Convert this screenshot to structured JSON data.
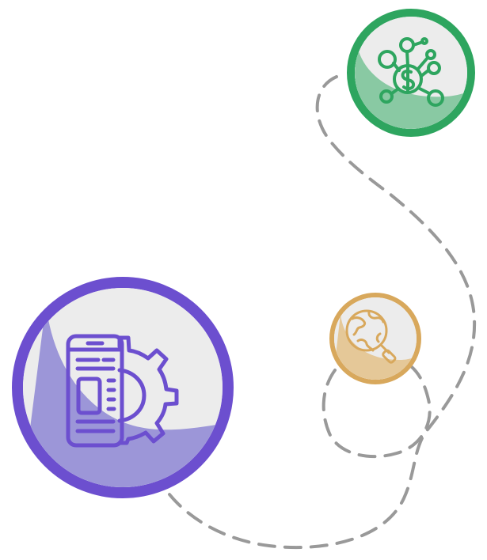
{
  "colors": {
    "background": "#ffffff",
    "connector": "#999999",
    "money_node": "#2ea55f",
    "money_fill": "#89c9a3",
    "search_node": "#d8a85c",
    "search_fill": "#e5c898",
    "settings_node": "#6c4fcf",
    "settings_fill": "#9c96d8",
    "node_light": "#ececec"
  },
  "nodes": [
    {
      "id": "money-network",
      "icon": "money-network-icon"
    },
    {
      "id": "global-search",
      "icon": "globe-search-icon"
    },
    {
      "id": "mobile-settings",
      "icon": "mobile-settings-icon"
    }
  ],
  "connector": {
    "style": "dashed"
  }
}
